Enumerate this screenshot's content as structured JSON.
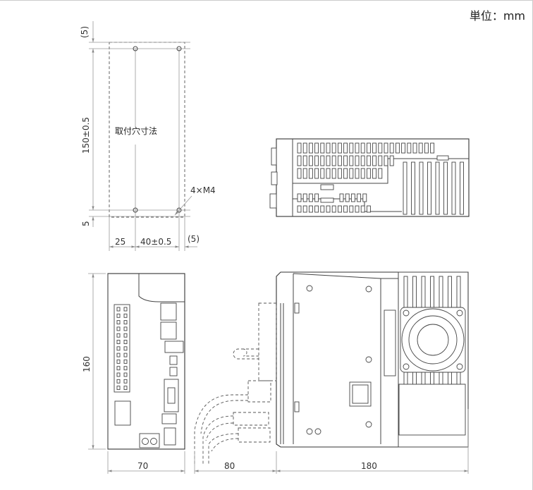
{
  "unit_label": "単位：mm",
  "mounting": {
    "label": "取付穴寸法",
    "holes_label": "4×M4",
    "dim_top_clearance": "(5)",
    "dim_height": "150±0.5",
    "dim_bottom": "5",
    "dim_left": "25",
    "dim_pitch": "40±0.5",
    "dim_right_clearance": "(5)"
  },
  "views": {
    "front_height": "160",
    "front_width": "70",
    "cable_clearance": "80",
    "depth": "180"
  },
  "colors": {
    "line": "#333333",
    "dimension": "#999999",
    "background": "#ffffff"
  }
}
